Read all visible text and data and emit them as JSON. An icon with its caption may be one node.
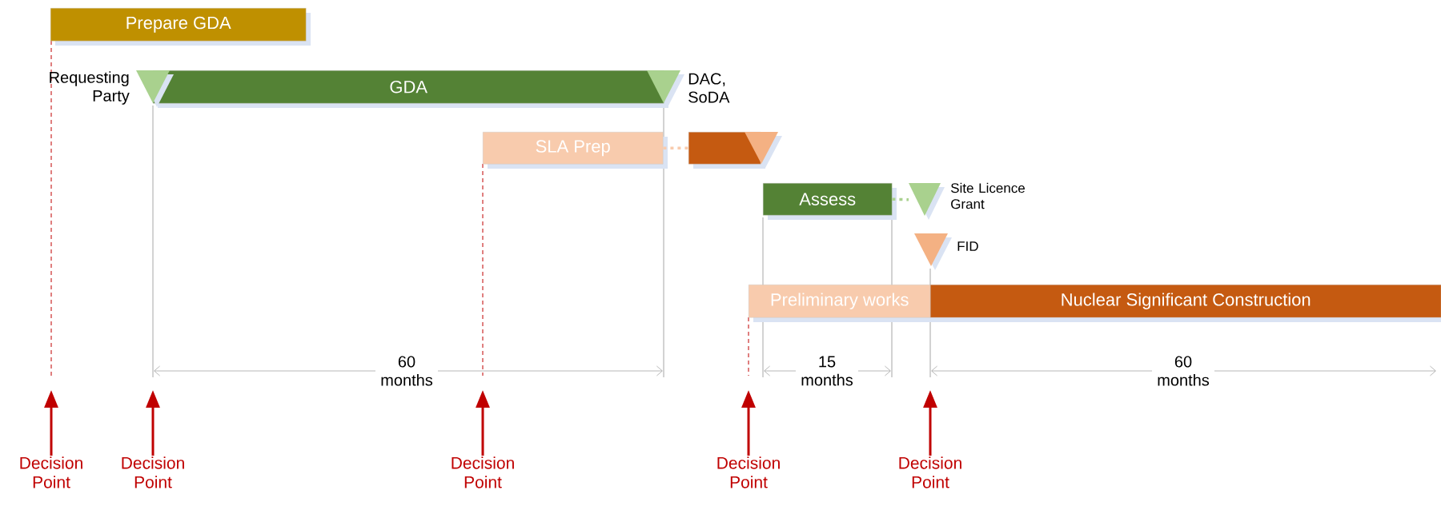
{
  "diagram": {
    "nodes": [
      {
        "text": [
          "Prepare GDA"
        ]
      },
      {
        "text": [],
        "shape": "triangle",
        "beside": [
          "Requesting Party"
        ]
      },
      {
        "text": [
          "GDA"
        ]
      },
      {
        "text": [],
        "shape": "triangle",
        "beside": [
          "DAC, SoDA"
        ]
      },
      {
        "text": [
          "SLA Prep"
        ]
      },
      {
        "text": [],
        "shape": "bar"
      },
      {
        "text": [],
        "shape": "triangle"
      },
      {
        "text": [
          "Assess"
        ]
      },
      {
        "text": [],
        "shape": "triangle",
        "beside": [
          "Site Licence Grant"
        ]
      },
      {
        "text": [],
        "shape": "triangle",
        "beside": [
          "FID"
        ]
      },
      {
        "text": [
          "Preliminary works"
        ]
      },
      {
        "text": [
          "Nuclear Significant Construction"
        ]
      },
      {
        "text": [
          "Decision Point"
        ]
      },
      {
        "text": [
          "Decision Point"
        ]
      },
      {
        "text": [
          "Decision Point"
        ]
      },
      {
        "text": [
          "Decision Point"
        ]
      },
      {
        "text": [
          "Decision Point"
        ]
      }
    ],
    "edges": [
      {
        "from": 4,
        "to": 5,
        "arrow": "none",
        "style": "dashed",
        "color": "#f8cbad"
      },
      {
        "from": 7,
        "to": 8,
        "arrow": "none",
        "style": "dashed",
        "color": "#a9d18e"
      },
      {
        "from": 12,
        "to": null,
        "arrow": "to"
      },
      {
        "from": 13,
        "to": null,
        "arrow": "to"
      },
      {
        "from": 14,
        "to": null,
        "arrow": "to"
      },
      {
        "from": 15,
        "to": null,
        "arrow": "to"
      },
      {
        "from": 16,
        "to": null,
        "arrow": "to"
      }
    ],
    "labels": [
      "60 months",
      "15 months",
      "60 months"
    ]
  }
}
